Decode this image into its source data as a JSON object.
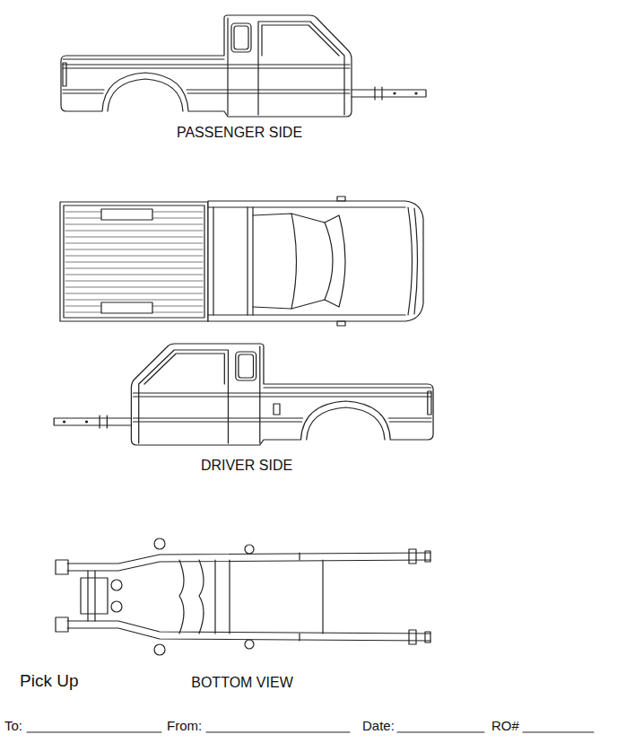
{
  "diagram": {
    "labels": [
      "PASSENGER SIDE",
      "DRIVER SIDE",
      "Pick Up",
      "BOTTOM VIEW",
      "To:",
      "From:",
      "Date:",
      "RO#"
    ]
  }
}
